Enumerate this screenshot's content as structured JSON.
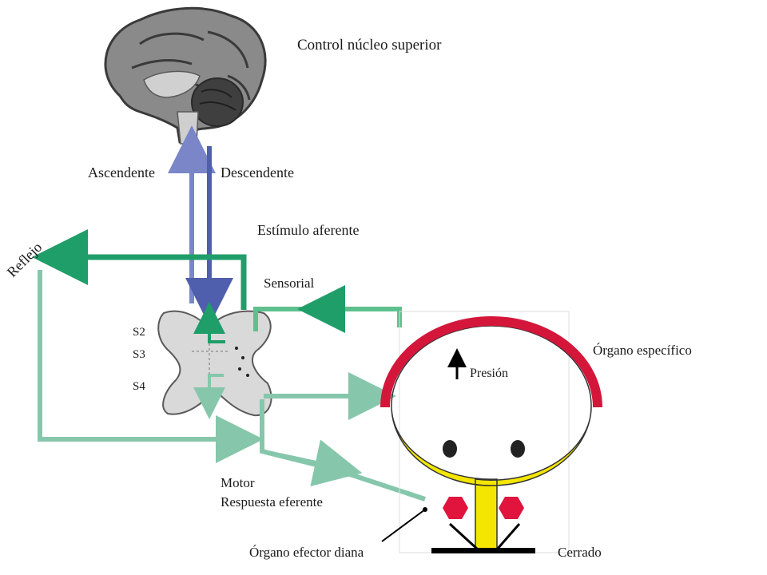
{
  "labels": {
    "brain": "Control núcleo superior",
    "ascending": "Ascendente",
    "descending": "Descendente",
    "afferent": "Estímulo aferente",
    "reflex": "Reflejo",
    "sensory": "Sensorial",
    "s2": "S2",
    "s3": "S3",
    "s4": "S4",
    "organ": "Órgano específico",
    "pressure": "Presión",
    "motor_line1": "Motor",
    "motor_line2": "Respuesta eferente",
    "effector": "Órgano efector diana",
    "closed": "Cerrado"
  },
  "colors": {
    "ascending_path": "#7a86c8",
    "descending_path": "#4f5fae",
    "sensory_path": "#1f9e6a",
    "motor_path": "#86c7ac",
    "organ_wall": "#d4163a",
    "organ_fill": "#f4e600",
    "spinal_cord": "#d9d9d9",
    "brain": "#8a8a8a",
    "sphincter": "#e0143c"
  }
}
